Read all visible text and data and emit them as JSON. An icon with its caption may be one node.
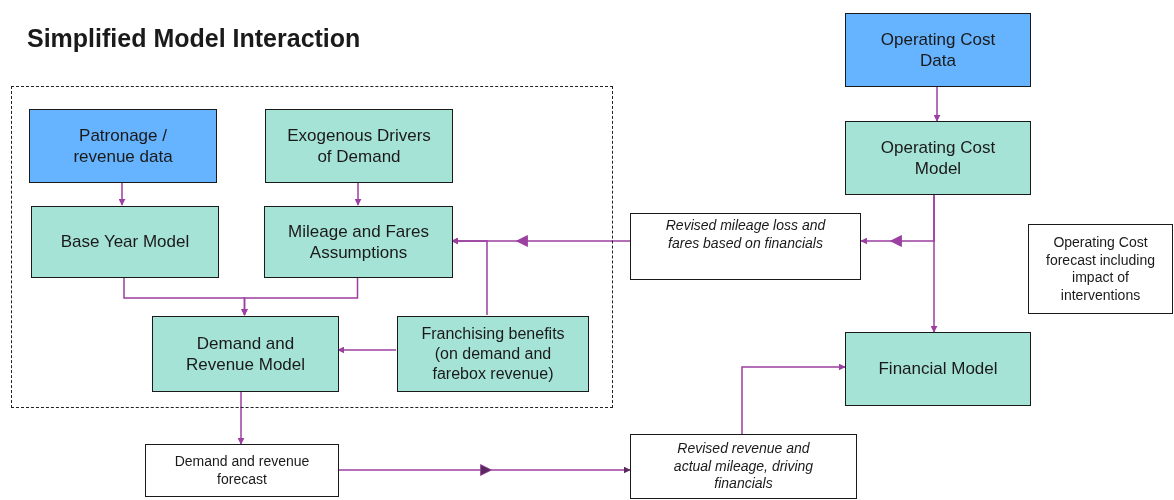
{
  "diagram": {
    "title": "Simplified Model Interaction",
    "nodes": [
      {
        "text": [],
        "shape": "box"
      },
      {
        "text": [
          "Patronage / revenue data"
        ],
        "in": 0
      },
      {
        "text": [
          "Exogenous Drivers of Demand"
        ],
        "in": 0
      },
      {
        "text": [
          "Base Year Model"
        ],
        "in": 0
      },
      {
        "text": [
          "Mileage and Fares Assumptions"
        ],
        "in": 0
      },
      {
        "text": [
          "Demand and Revenue Model"
        ],
        "in": 0
      },
      {
        "text": [
          "Franchising benefits (on demand and farebox revenue)"
        ],
        "in": 0
      },
      {
        "text": [
          "Operating Cost Data"
        ]
      },
      {
        "text": [
          "Operating Cost Model"
        ]
      },
      {
        "text": [
          "Revised mileage loss and fares based on financials"
        ]
      },
      {
        "text": [
          "Operating Cost forecast including impact of interventions"
        ]
      },
      {
        "text": [
          "Financial Model"
        ]
      },
      {
        "text": [
          "Demand and revenue forecast"
        ]
      },
      {
        "text": [
          "Revised revenue and actual mileage, driving financials"
        ]
      }
    ],
    "edges": [
      {
        "from": 1,
        "to": 3,
        "arrow": "to"
      },
      {
        "from": 2,
        "to": 4,
        "arrow": "to"
      },
      {
        "from": 3,
        "to": 5,
        "arrow": "to"
      },
      {
        "from": 4,
        "to": 5,
        "arrow": "to"
      },
      {
        "from": 6,
        "to": 4,
        "arrow": "to"
      },
      {
        "from": 6,
        "to": 5,
        "arrow": "to"
      },
      {
        "from": 7,
        "to": 8,
        "arrow": "to"
      },
      {
        "from": 8,
        "to": 11,
        "arrow": "to"
      },
      {
        "from": 8,
        "to": 9,
        "arrow": "to"
      },
      {
        "from": 9,
        "to": 4,
        "arrow": "to"
      },
      {
        "from": 5,
        "to": 12,
        "arrow": "to"
      },
      {
        "from": 12,
        "to": 13,
        "arrow": "to"
      },
      {
        "from": 13,
        "to": 11,
        "arrow": "to"
      }
    ]
  }
}
